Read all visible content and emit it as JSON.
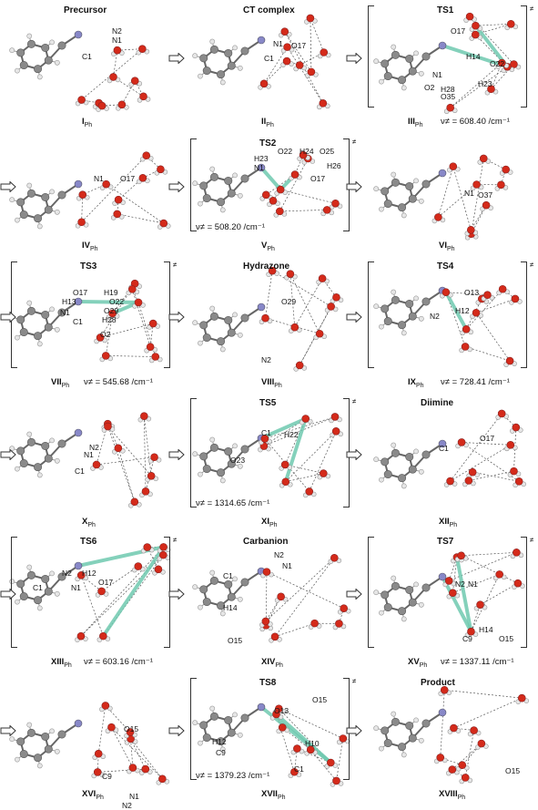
{
  "panels": [
    {
      "id": "I",
      "title": "Precursor",
      "label_main": "I",
      "label_sub": "Ph",
      "freq": "",
      "ts": false,
      "atoms": [
        "N2",
        "N1",
        "C1"
      ]
    },
    {
      "id": "II",
      "title": "CT complex",
      "label_main": "II",
      "label_sub": "Ph",
      "freq": "",
      "ts": false,
      "atoms": [
        "N1",
        "O17",
        "C1"
      ]
    },
    {
      "id": "III",
      "title": "TS1",
      "label_main": "III",
      "label_sub": "Ph",
      "freq": "ν≠ = 608.40 /cm⁻¹",
      "ts": true,
      "atoms": [
        "O17",
        "H14",
        "O22",
        "N1",
        "H23",
        "O2",
        "H28",
        "O35"
      ]
    },
    {
      "id": "IV",
      "title": "",
      "label_main": "IV",
      "label_sub": "Ph",
      "freq": "",
      "ts": false,
      "atoms": [
        "N1",
        "O17"
      ]
    },
    {
      "id": "V",
      "title": "TS2",
      "label_main": "V",
      "label_sub": "Ph",
      "freq": "ν≠ = 508.20 /cm⁻¹",
      "ts": true,
      "atoms": [
        "O22",
        "H24",
        "O25",
        "H23",
        "N1",
        "H26",
        "O17"
      ]
    },
    {
      "id": "VI",
      "title": "",
      "label_main": "VI",
      "label_sub": "Ph",
      "freq": "",
      "ts": false,
      "atoms": [
        "N1",
        "O37"
      ]
    },
    {
      "id": "VII",
      "title": "TS3",
      "label_main": "VII",
      "label_sub": "Ph",
      "freq": "ν≠ = 545.68 /cm⁻¹",
      "ts": true,
      "atoms": [
        "O17",
        "H19",
        "H13",
        "O22",
        "O29",
        "N1",
        "C1",
        "H28",
        "O2"
      ]
    },
    {
      "id": "VIII",
      "title": "Hydrazone",
      "label_main": "VIII",
      "label_sub": "Ph",
      "freq": "",
      "ts": false,
      "atoms": [
        "O29",
        "N2"
      ]
    },
    {
      "id": "IX",
      "title": "TS4",
      "label_main": "IX",
      "label_sub": "Ph",
      "freq": "ν≠ = 728.41 /cm⁻¹",
      "ts": true,
      "atoms": [
        "O13",
        "H12",
        "N2"
      ]
    },
    {
      "id": "X",
      "title": "",
      "label_main": "X",
      "label_sub": "Ph",
      "freq": "",
      "ts": false,
      "atoms": [
        "N2",
        "N1",
        "C1"
      ]
    },
    {
      "id": "XI",
      "title": "TS5",
      "label_main": "XI",
      "label_sub": "Ph",
      "freq": "ν≠ = 1314.65 /cm⁻¹",
      "ts": true,
      "atoms": [
        "C1",
        "H22",
        "O23"
      ]
    },
    {
      "id": "XII",
      "title": "Diimine",
      "label_main": "XII",
      "label_sub": "Ph",
      "freq": "",
      "ts": false,
      "atoms": [
        "O17",
        "C1"
      ]
    },
    {
      "id": "XIII",
      "title": "TS6",
      "label_main": "XIII",
      "label_sub": "Ph",
      "freq": "ν≠ = 603.16 /cm⁻¹",
      "ts": true,
      "atoms": [
        "N2",
        "H12",
        "C1",
        "N1",
        "O17"
      ]
    },
    {
      "id": "XIV",
      "title": "Carbanion",
      "label_main": "XIV",
      "label_sub": "Ph",
      "freq": "",
      "ts": false,
      "atoms": [
        "N2",
        "N1",
        "C1",
        "H14",
        "O15"
      ]
    },
    {
      "id": "XV",
      "title": "TS7",
      "label_main": "XV",
      "label_sub": "Ph",
      "freq": "ν≠ = 1337.11 /cm⁻¹",
      "ts": true,
      "atoms": [
        "N2",
        "N1",
        "H14",
        "C9",
        "O15"
      ]
    },
    {
      "id": "XVI",
      "title": "",
      "label_main": "XVI",
      "label_sub": "Ph",
      "freq": "",
      "ts": false,
      "atoms": [
        "O15",
        "C9",
        "N1",
        "N2"
      ]
    },
    {
      "id": "XVII",
      "title": "TS8",
      "label_main": "XVII",
      "label_sub": "Ph",
      "freq": "ν≠ = 1379.23 /cm⁻¹",
      "ts": true,
      "atoms": [
        "O13",
        "O15",
        "H12",
        "H10",
        "C9",
        "C1"
      ]
    },
    {
      "id": "XVIII",
      "title": "Product",
      "label_main": "XVIII",
      "label_sub": "Ph",
      "freq": "",
      "ts": false,
      "atoms": [
        "O15"
      ]
    }
  ],
  "ts_symbol": "≠",
  "charge_symbol": "⊖",
  "colors": {
    "carbon": "#8a8a8a",
    "oxygen": "#d42a1a",
    "nitrogen": "#8888c8",
    "hydrogen": "#e6e6e6",
    "reaction_mode": "#6fc9b0",
    "hbond": "#555555"
  }
}
